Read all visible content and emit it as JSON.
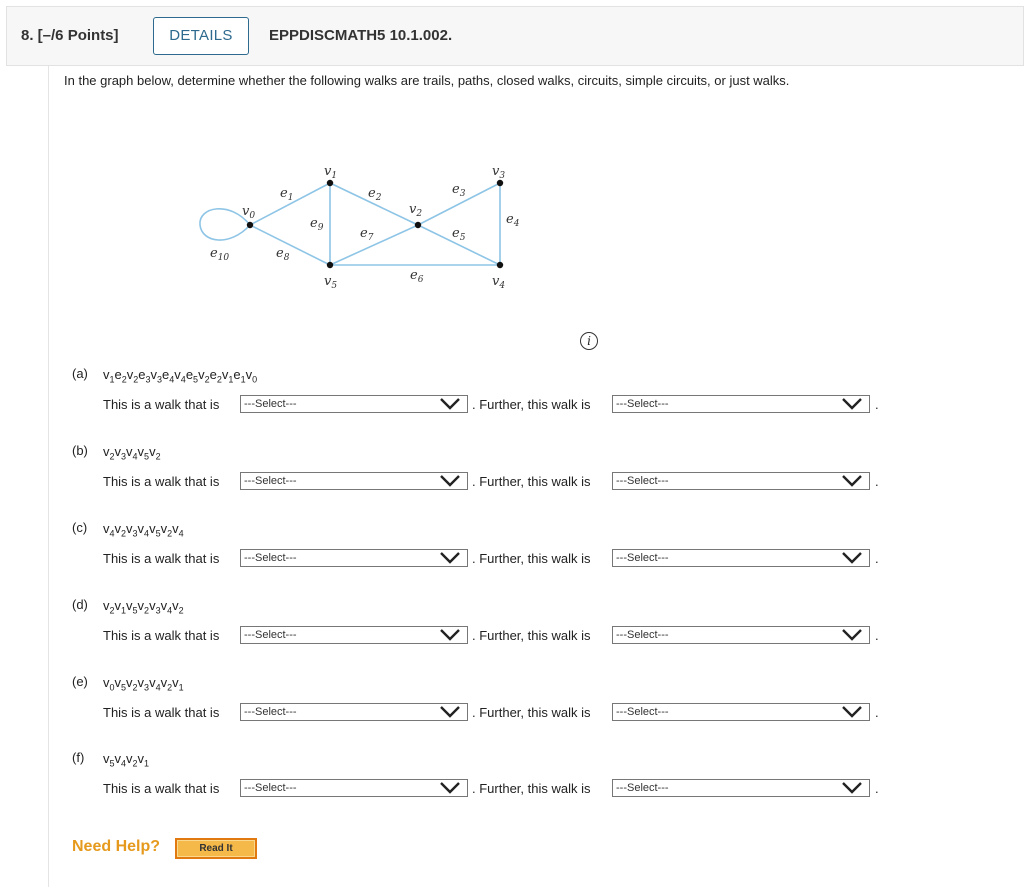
{
  "header": {
    "question_number": "8. [–/6 Points]",
    "details_label": "DETAILS",
    "code": "EPPDISCMATH5 10.1.002."
  },
  "instructions": "In the graph below, determine whether the following walks are trails, paths, closed walks, circuits, simple circuits, or just walks.",
  "graph": {
    "vertices": [
      "v0",
      "v1",
      "v2",
      "v3",
      "v4",
      "v5"
    ],
    "edges": [
      {
        "name": "e1",
        "from": "v0",
        "to": "v1"
      },
      {
        "name": "e2",
        "from": "v1",
        "to": "v2"
      },
      {
        "name": "e3",
        "from": "v2",
        "to": "v3"
      },
      {
        "name": "e4",
        "from": "v3",
        "to": "v4"
      },
      {
        "name": "e5",
        "from": "v2",
        "to": "v4"
      },
      {
        "name": "e6",
        "from": "v5",
        "to": "v4"
      },
      {
        "name": "e7",
        "from": "v5",
        "to": "v2"
      },
      {
        "name": "e8",
        "from": "v0",
        "to": "v5"
      },
      {
        "name": "e9",
        "from": "v1",
        "to": "v5"
      },
      {
        "name": "e10",
        "from": "v0",
        "to": "v0"
      }
    ]
  },
  "row_text_1": "This is a walk that is",
  "row_text_2": ". Further, this walk is",
  "select_placeholder": "---Select---",
  "parts": [
    {
      "label": "(a)",
      "walk": "v1e2v2e3v3e4v4e5v2e2v1e1v0"
    },
    {
      "label": "(b)",
      "walk": "v2v3v4v5v2"
    },
    {
      "label": "(c)",
      "walk": "v4v2v3v4v5v2v4"
    },
    {
      "label": "(d)",
      "walk": "v2v1v5v2v3v4v2"
    },
    {
      "label": "(e)",
      "walk": "v0v5v2v3v4v2v1"
    },
    {
      "label": "(f)",
      "walk": "v5v4v2v1"
    }
  ],
  "help": {
    "need_help": "Need Help?",
    "read_it": "Read It"
  },
  "colors": {
    "edge": "#8ec5e6",
    "vertex": "#111111",
    "accent": "#2d6a8e",
    "help": "#e69a1d"
  }
}
